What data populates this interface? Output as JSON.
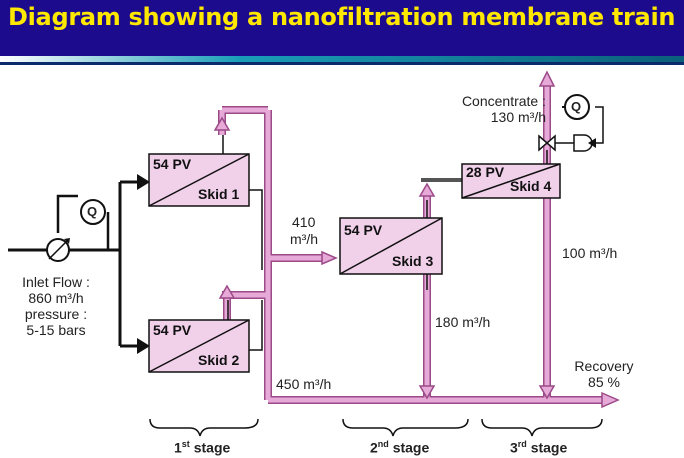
{
  "header": {
    "title": "Diagram showing a nanofiltration membrane train"
  },
  "colors": {
    "banner": "#1c0b8c",
    "title": "#ffe800",
    "pipe": "#e6a9d8",
    "pipe_edge": "#9c4b88",
    "skid_fill": "#f1d0ea",
    "line": "#111111"
  },
  "inlet": {
    "line1": "Inlet Flow :",
    "line2": "860 m³/h",
    "line3": "pressure :",
    "line4": "5-15 bars"
  },
  "instruments": {
    "meter1": "Q",
    "meter2": "Q"
  },
  "skids": [
    {
      "pv": "54 PV",
      "name": "Skid 1"
    },
    {
      "pv": "54 PV",
      "name": "Skid 2"
    },
    {
      "pv": "54 PV",
      "name": "Skid 3"
    },
    {
      "pv": "28 PV",
      "name": "Skid 4"
    }
  ],
  "flows": {
    "combined_value": "410",
    "combined_unit": "m³/h",
    "permeate_stage1": "450 m³/h",
    "permeate_stage2": "180 m³/h",
    "permeate_stage3": "100 m³/h",
    "concentrate_label": "Concentrate :",
    "concentrate_value": "130 m³/h"
  },
  "recovery": {
    "label": "Recovery",
    "value": "85 %"
  },
  "stages": [
    {
      "num": "1",
      "sup": "st",
      "word": "stage"
    },
    {
      "num": "2",
      "sup": "nd",
      "word": "stage"
    },
    {
      "num": "3",
      "sup": "rd",
      "word": "stage"
    }
  ]
}
